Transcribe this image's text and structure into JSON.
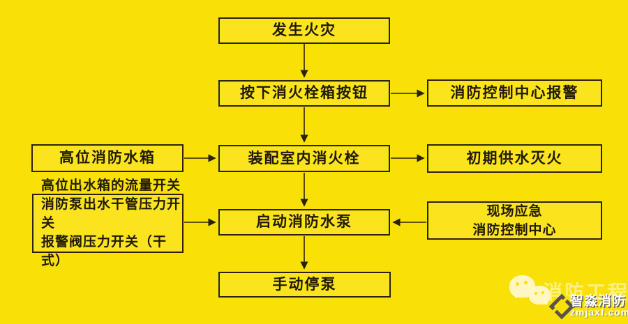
{
  "flowchart": {
    "start": {
      "label": "发生火灾"
    },
    "press_button": {
      "label": "按下消火栓箱按钮"
    },
    "control_center_alarm": {
      "label": "消防控制中心报警"
    },
    "high_level_tank": {
      "label": "高位消防水箱"
    },
    "indoor_hydrant": {
      "label": "装配室内消火栓"
    },
    "initial_water_supply": {
      "label": "初期供水灭火"
    },
    "switches": {
      "line1": "高位出水箱的流量开关",
      "line2": "消防泵出水干管压力开关",
      "line3": "报警阀压力开关（干式）"
    },
    "start_fire_pump": {
      "label": "启动消防水泵"
    },
    "onsite_emergency": {
      "line1": "现场应急",
      "line2": "消防控制中心"
    },
    "manual_stop": {
      "label": "手动停泵"
    }
  },
  "watermark": {
    "wechat_icon": "wechat-icon",
    "logo_icon": "diamond-logo-icon",
    "program_text": "消防工程",
    "brand": "智淼消防",
    "website": "zmjaxf.com"
  },
  "colors": {
    "background": "#F9E107",
    "box_fill": "#FBE41E",
    "box_border": "#2A2302",
    "text": "#201A02",
    "watermark_faint": "#FFF8CD",
    "watermark_white": "#FFFFFF",
    "logo_gray": "#59534A"
  }
}
